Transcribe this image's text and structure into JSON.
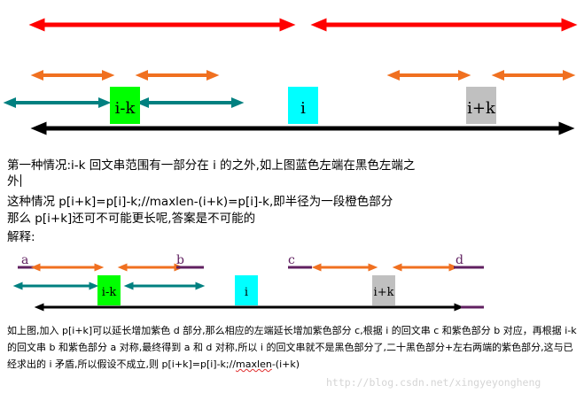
{
  "diagram_top": {
    "boxes": [
      {
        "label": "i-k",
        "color": "#00ff00"
      },
      {
        "label": "i",
        "color": "#00ffff"
      },
      {
        "label": "i+k",
        "color": "#c0c0c0"
      }
    ]
  },
  "diagram_bottom": {
    "boxes": [
      {
        "label": "i-k",
        "color": "#00ff00"
      },
      {
        "label": "i",
        "color": "#00ffff"
      },
      {
        "label": "i+k",
        "color": "#c0c0c0"
      }
    ],
    "labels": {
      "a": "a",
      "b": "b",
      "c": "c",
      "d": "d"
    }
  },
  "colors": {
    "red": "#ff0000",
    "orange": "#f07020",
    "teal": "#008080",
    "black": "#000000",
    "purple": "#602060"
  },
  "text": {
    "case_line1": "第一种情况:i-k 回文串范围有一部分在 i 的之外,如上图蓝色左端在黑色左端之",
    "case_line2": "外",
    "line3": "这种情况 p[i+k]=p[i]-k;//maxlen-(i+k)=p[i]-k,即半径为一段橙色部分",
    "line4": "那么 p[i+k]还可不可能更长呢,答案是不可能的",
    "line5": "解释:",
    "explain_pre": "如上图,加入 p[i+k]可以延长增加紫色 d 部分,那么相应的左端延长增加紫色部分 c,根据 i 的回文串 c 和紫色部分 b 对应，再根据 i-k 的回文串 b 和紫色部分 a 对称,最终得到 a 和 d 对称,所以 i 的回文串就不是黑色部分了,二十黑色部分+左右两端的紫色部分,这与已经求出的 i 矛盾,所以假设不成立,则 p[i+k]=p[i]-k;//",
    "explain_maxlen": "maxlen",
    "explain_post": "-(i+k)"
  },
  "watermark": "http://blog.csdn.net/xingyeyongheng"
}
